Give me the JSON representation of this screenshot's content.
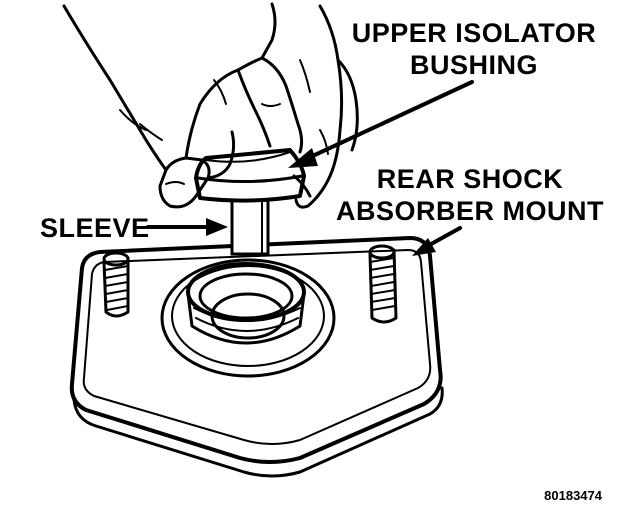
{
  "labels": {
    "upper_isolator_line1": "UPPER ISOLATOR",
    "upper_isolator_line2": "BUSHING",
    "rear_shock_line1": "REAR SHOCK",
    "rear_shock_line2": "ABSORBER MOUNT",
    "sleeve": "SLEEVE"
  },
  "figure_code": "80183474",
  "colors": {
    "ink": "#000000",
    "paper": "#ffffff"
  }
}
